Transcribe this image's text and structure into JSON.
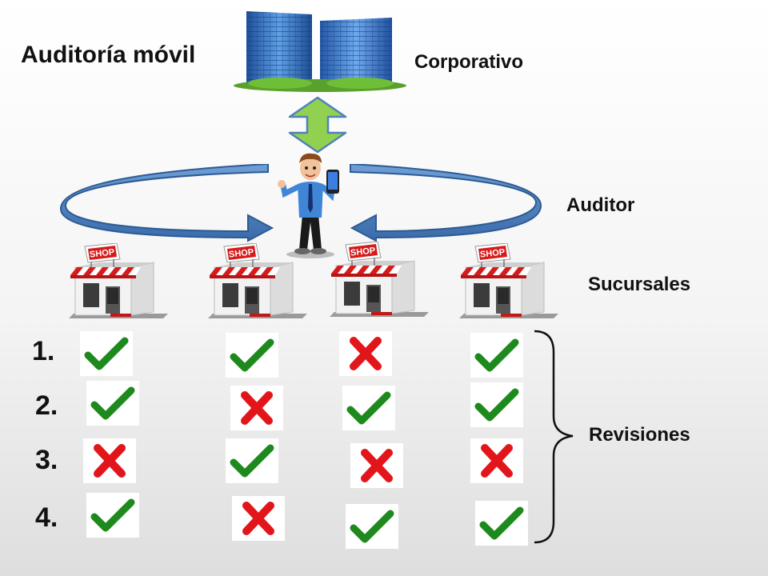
{
  "title": "Auditoría móvil",
  "labels": {
    "corporate": "Corporativo",
    "auditor": "Auditor",
    "branches": "Sucursales",
    "reviews": "Revisiones"
  },
  "shop_sign": "SHOP",
  "colors": {
    "check": "#1e8a1e",
    "cross": "#e2151b",
    "arrow_green": "#92d050",
    "loop_blue": "#4f81bd",
    "building_blue": "#2e6db8"
  },
  "reviews": [
    {
      "number": "1.",
      "results": [
        "check",
        "check",
        "cross",
        "check"
      ]
    },
    {
      "number": "2.",
      "results": [
        "check",
        "cross",
        "check",
        "check"
      ]
    },
    {
      "number": "3.",
      "results": [
        "cross",
        "check",
        "cross",
        "cross"
      ]
    },
    {
      "number": "4.",
      "results": [
        "check",
        "cross",
        "check",
        "check"
      ]
    }
  ]
}
